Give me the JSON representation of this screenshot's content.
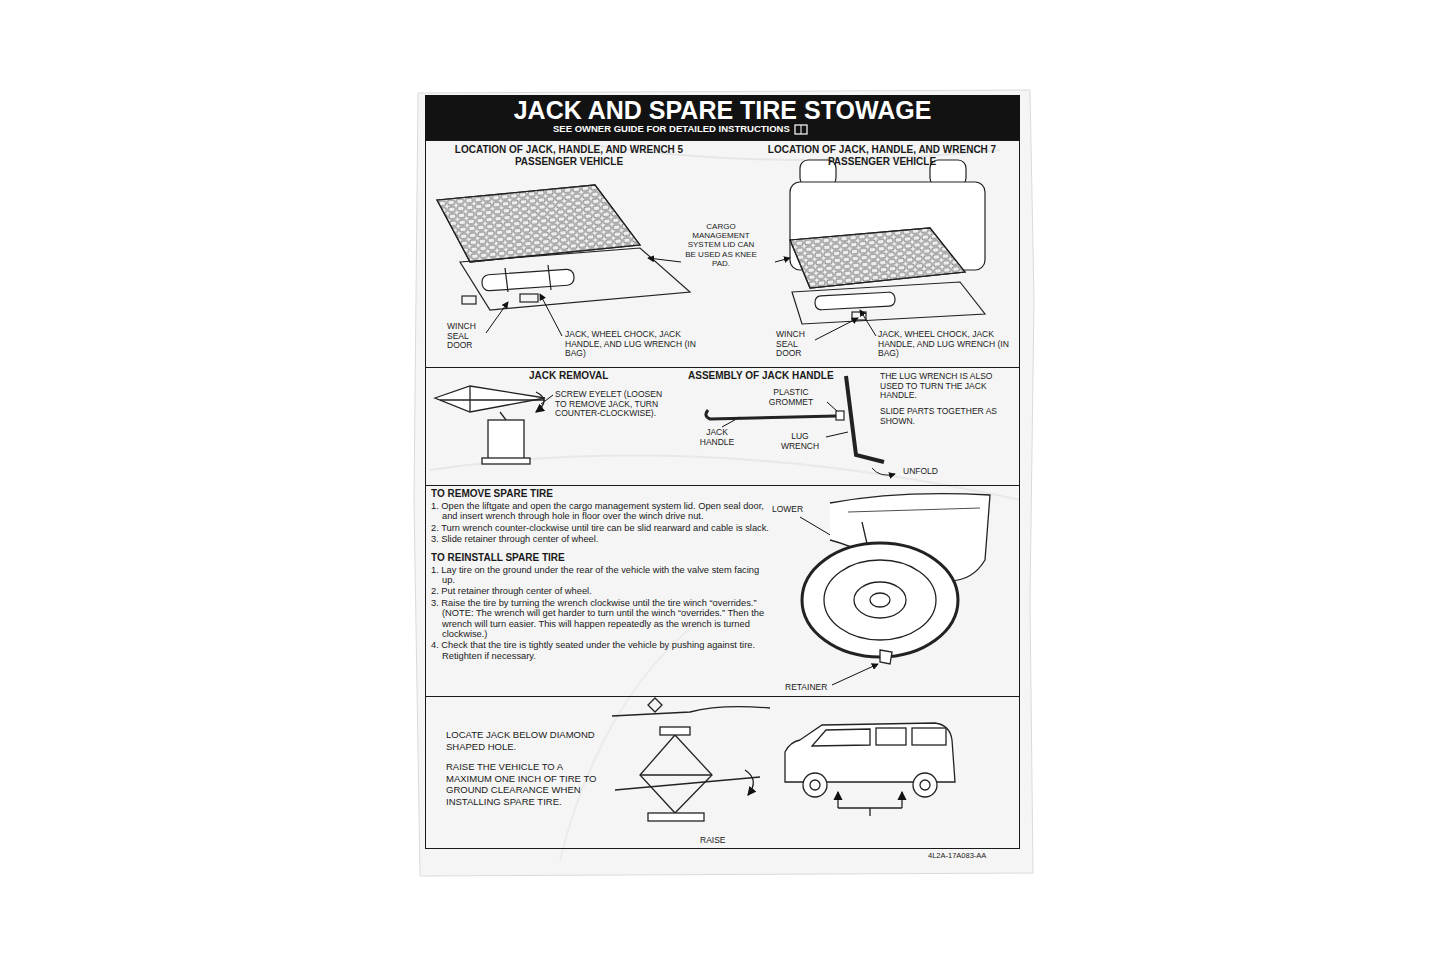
{
  "diagram": {
    "title": "JACK AND SPARE TIRE STOWAGE",
    "nodes": [
      {
        "text": [
          "SEE OWNER GUIDE FOR DETAILED INSTRUCTIONS"
        ]
      },
      {
        "text": [
          "LOCATION OF JACK, HANDLE, AND WRENCH 5 PASSENGER VEHICLE",
          "LOCATION OF JACK, HANDLE, AND WRENCH 7 PASSENGER VEHICLE"
        ]
      },
      {
        "text": [
          "JACK REMOVAL",
          "ASSEMBLY OF JACK HANDLE"
        ]
      },
      {
        "text": [
          "TO REMOVE SPARE TIRE",
          "1. Open the liftgate and open the cargo management system lid. Open seal door, and insert wrench through hole in floor over the winch drive nut.",
          "2. Turn wrench counter-clockwise until tire can be slid rearward and cable is slack.",
          "3. Slide retainer through center of wheel.",
          "TO REINSTALL SPARE TIRE",
          "1. Lay tire on the ground under the rear of the vehicle with the valve stem facing up.",
          "2. Put retainer through center of wheel.",
          "3. Raise the tire by turning the wrench clockwise until the tire winch “overrides.” (NOTE: The wrench will get harder to turn until the winch “overrides.” Then the wrench will turn easier. This will happen repeatedly as the wrench is turned clockwise.)",
          "4. Check that the tire is tightly seated under the vehicle by pushing against tire. Retighten if necessary."
        ]
      },
      {
        "text": [
          "LOCATE JACK BELOW DIAMOND SHAPED HOLE.",
          "RAISE THE VEHICLE TO A MAXIMUM ONE INCH OF TIRE TO GROUND CLEARANCE WHEN INSTALLING SPARE TIRE."
        ]
      }
    ],
    "labels": [
      "CARGO MANAGEMENT SYSTEM LID CAN BE USED AS KNEE PAD.",
      "WINCH SEAL DOOR",
      "JACK, WHEEL CHOCK, JACK HANDLE, AND LUG WRENCH (IN BAG)",
      "WINCH SEAL DOOR",
      "JACK, WHEEL CHOCK, JACK HANDLE, AND LUG WRENCH (IN BAG)",
      "SCREW EYELET (LOOSEN TO REMOVE JACK, TURN COUNTER-CLOCKWISE).",
      "PLASTIC GROMMET",
      "JACK HANDLE",
      "LUG WRENCH",
      "THE LUG WRENCH IS ALSO USED TO TURN THE JACK HANDLE.",
      "SLIDE PARTS TOGETHER AS SHOWN.",
      "UNFOLD",
      "LOWER",
      "RETAINER",
      "RAISE",
      "4L2A-17A083-AA"
    ]
  }
}
